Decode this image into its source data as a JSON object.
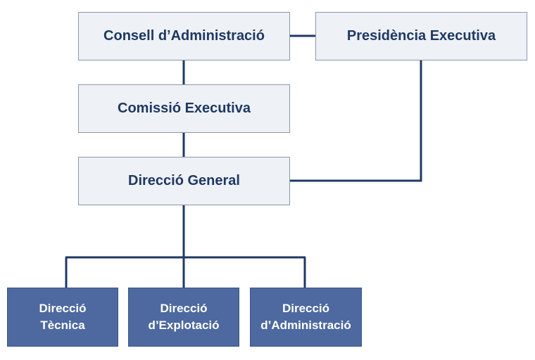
{
  "colors": {
    "line": "#1f3864",
    "light_box_fill": "#eef1f5",
    "light_box_text": "#1f3864",
    "dark_box_fill": "#4d69a0",
    "dark_box_text": "#ffffff"
  },
  "governance": {
    "consell": "Consell d’Administració",
    "presidencia": "Presidència Executiva",
    "comissio": "Comissió Executiva",
    "direccio_general": "Direcció General"
  },
  "departments": [
    {
      "line1": "Direcció",
      "line2": "Tècnica"
    },
    {
      "line1": "Direcció",
      "line2": "d’Explotació"
    },
    {
      "line1": "Direcció",
      "line2": "d’Administració"
    }
  ]
}
